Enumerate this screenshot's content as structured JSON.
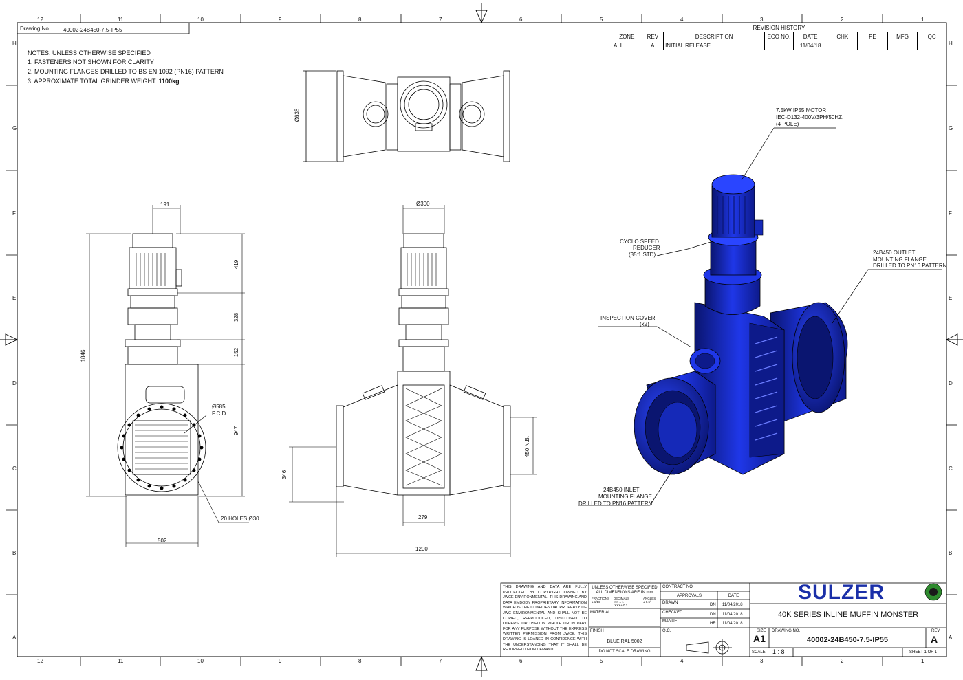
{
  "drawing_no_label": "Drawing No.",
  "drawing_no": "40002-24B450-7.5-IP55",
  "zones_top": [
    "12",
    "11",
    "10",
    "9",
    "8",
    "7",
    "6",
    "5",
    "4",
    "3",
    "2",
    "1"
  ],
  "zones_side": [
    "H",
    "G",
    "F",
    "E",
    "D",
    "C",
    "B",
    "A"
  ],
  "notes": {
    "heading": "NOTES: UNLESS OTHERWISE SPECIFIED",
    "n1": "1. FASTENERS NOT SHOWN FOR CLARITY",
    "n2": "2. MOUNTING FLANGES DRILLED TO BS EN 1092 (PN16) PATTERN",
    "n3": "3. APPROXIMATE TOTAL GRINDER WEIGHT: ",
    "n3_bold": "1100kg"
  },
  "revision": {
    "title": "REVISION HISTORY",
    "headers": [
      "ZONE",
      "REV",
      "DESCRIPTION",
      "ECO NO.",
      "DATE",
      "CHK",
      "PE",
      "MFG",
      "QC"
    ],
    "row": [
      "ALL",
      "A",
      "INITIAL RELEASE",
      "",
      "11/04/18",
      "",
      "",
      "",
      ""
    ]
  },
  "dimensions": {
    "d635": "Ø635",
    "d191": "191",
    "d419": "419",
    "d328": "328",
    "d152": "152",
    "d1846": "1846",
    "d947": "947",
    "d502": "502",
    "d585": "Ø585",
    "pcd": "P.C.D.",
    "holes": "20 HOLES Ø30",
    "d300": "Ø300",
    "d450": "450 N.B.",
    "d346": "346",
    "d279": "279",
    "d1200": "1200"
  },
  "callouts": {
    "motor1": "7.5kW IP55  MOTOR",
    "motor2": "IEC-D132-400V/3PH/50HZ.",
    "motor3": "(4 POLE)",
    "cyclo1": "CYCLO SPEED",
    "cyclo2": "REDUCER",
    "cyclo3": "(35:1 STD)",
    "outlet1": "24B450 OUTLET",
    "outlet2": "MOUNTING FLANGE",
    "outlet3": "DRILLED TO PN16 PATTERN",
    "insp1": "INSPECTION COVER",
    "insp2": "(x2)",
    "inlet1": "24B450 INLET",
    "inlet2": "MOUNTING FLANGE",
    "inlet3": "DRILLED TO PN16 PATTERN"
  },
  "title_block": {
    "copyright": "THIS DRAWING AND DATA ARE FULLY PROTECTED BY COPYRIGHT OWNED BY JWCE ENVIRONMENTAL. THIS DRAWING AND DATA EMBODY PROPRIETARY INFORMATION WHICH IS THE CONFIDENTIAL PROPERTY OF JWC ENVIRONMENTAL AND SHALL NOT BE COPIED, REPRODUCED, DISCLOSED TO OTHERS, OR USED IN WHOLE OR IN PART FOR ANY PURPOSE WITHOUT THE EXPRESS WRITTEN PERMISSION FROM JWCE. THIS DRAWING IS LOANED IN CONFIDENCE WITH THE UNDERSTANDING THAT IT SHALL BE RETURNED UPON DEMAND.",
    "unless1": "UNLESS OTHERWISE SPECIFIED",
    "unless2": "ALL DIMENSIONS ARE IN mm",
    "tol_fractions": "FRACTIONS",
    "tol_fractions_v": "± 1/16",
    "tol_decimals": "DECIMALS",
    "tol_decimals_v1": ".XX  ± 1",
    "tol_decimals_v2": ".XXX± 0.1",
    "tol_angles": "ANGLES",
    "tol_angles_v": "± 0.5°",
    "material": "MATERIAL",
    "finish": "FINISH",
    "finish_value": "BLUE RAL 5002",
    "no_scale": "DO NOT SCALE DRAWING",
    "contract": "CONTRACT NO.",
    "approvals": "APPROVALS",
    "date": "DATE",
    "drawn": "DRAWN",
    "drawn_by": "DN",
    "drawn_date": "11/04/2018",
    "checked": "CHECKED",
    "checked_by": "DN",
    "checked_date": "11/04/2018",
    "manuf": "MANUF.",
    "manuf_by": "HR",
    "manuf_date": "11/04/2018",
    "qc": "Q.C.",
    "logo": "SULZER",
    "product": "40K SERIES INLINE MUFFIN MONSTER",
    "size_label": "SIZE",
    "size": "A1",
    "dwg_label": "DRAWING NO.",
    "dwg": "40002-24B450-7.5-IP55",
    "rev_label": "REV",
    "rev": "A",
    "scale_label": "SCALE:",
    "scale": "1 : 8",
    "sheet": "SHEET 1  OF 1"
  },
  "colors": {
    "part_blue": "#1a2fd6",
    "part_dark": "#0a1570",
    "line": "#000000"
  }
}
